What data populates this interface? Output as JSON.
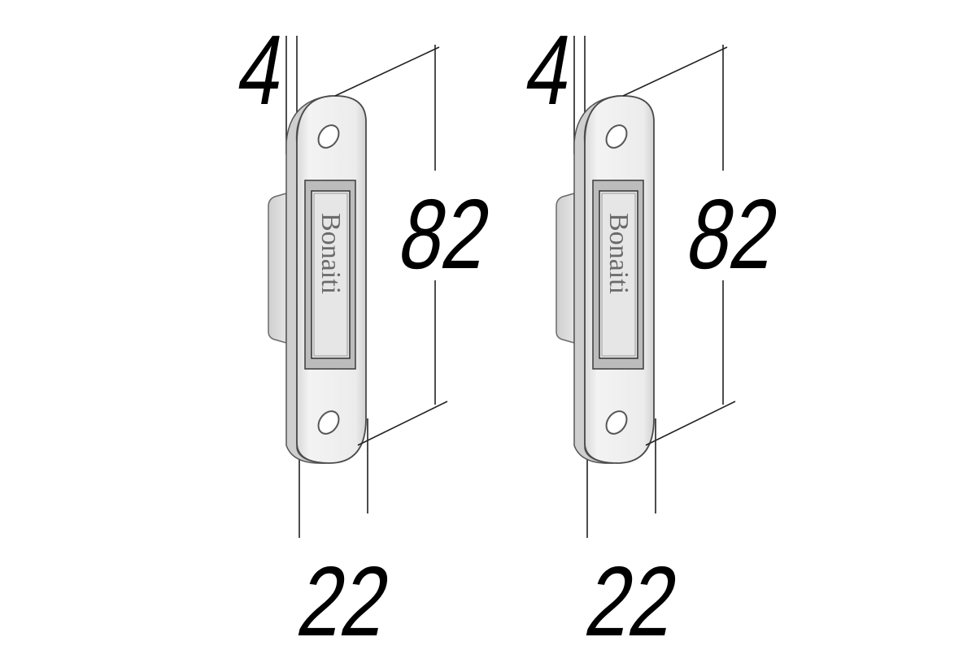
{
  "strikes": [
    {
      "name": "left",
      "dimensions": {
        "thickness": "4",
        "height": "82",
        "width": "22"
      },
      "brand": "Bonaiti"
    },
    {
      "name": "right",
      "dimensions": {
        "thickness": "4",
        "height": "82",
        "width": "22"
      },
      "brand": "Bonaiti"
    }
  ],
  "colors": {
    "plate_face": "#eeeeee",
    "plate_shadow": "#cfcfcf",
    "box_side": "#d6d6d6",
    "outline": "#4a4a4a",
    "dimension_line": "#222222",
    "text": "#000000"
  }
}
